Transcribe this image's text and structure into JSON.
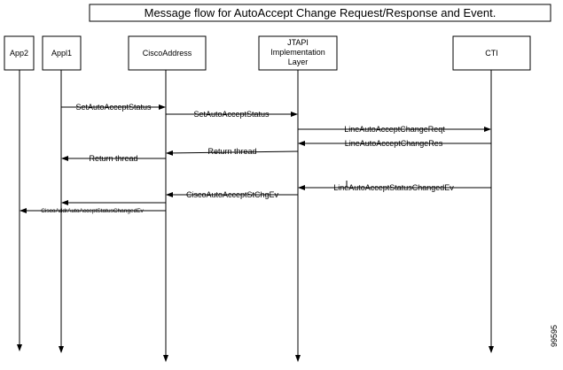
{
  "title": "Message flow for AutoAccept Change Request/Response  and Event.",
  "participants": [
    {
      "id": "app2",
      "label": [
        "App2"
      ]
    },
    {
      "id": "appl1",
      "label": [
        "Appl1"
      ]
    },
    {
      "id": "ciscoaddress",
      "label": [
        "CiscoAddress"
      ]
    },
    {
      "id": "jtapi",
      "label": [
        "JTAPI",
        "Implementation",
        "Layer"
      ]
    },
    {
      "id": "cti",
      "label": [
        "CTI"
      ]
    }
  ],
  "messages": [
    {
      "from": "appl1",
      "to": "ciscoaddress",
      "label": "SetAutoAcceptStatus"
    },
    {
      "from": "ciscoaddress",
      "to": "jtapi",
      "label": "SetAutoAcceptStatus"
    },
    {
      "from": "jtapi",
      "to": "cti",
      "label": "LineAutoAcceptChangeReqt"
    },
    {
      "from": "cti",
      "to": "jtapi",
      "label": "LineAutoAcceptChangeRes"
    },
    {
      "from": "jtapi",
      "to": "ciscoaddress",
      "label": "Return thread"
    },
    {
      "from": "ciscoaddress",
      "to": "appl1",
      "label": "Return thread"
    },
    {
      "from": "cti",
      "to": "jtapi",
      "label": "LineAutoAcceptStatusChangedEv"
    },
    {
      "from": "jtapi",
      "to": "ciscoaddress",
      "label": "CiscoAutoAcceptStChgEv"
    },
    {
      "from": "ciscoaddress",
      "to": "appl1",
      "label": ""
    },
    {
      "from": "ciscoaddress",
      "to": "app2",
      "label": "CiscoAddrAutoAcceptStatusChangedEv"
    }
  ],
  "figure_code": "99595"
}
